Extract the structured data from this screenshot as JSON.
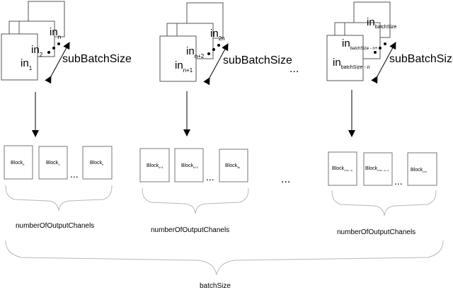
{
  "groups": [
    {
      "stack": [
        {
          "base": "in",
          "sub": "n"
        },
        {
          "base": "in",
          "sub": "2"
        },
        {
          "base": "in",
          "sub": "1"
        }
      ],
      "blocks": [
        {
          "base": "Block",
          "sub": "0"
        },
        {
          "base": "Block",
          "sub": "1"
        },
        {
          "base": "Block",
          "sub": "k"
        }
      ]
    },
    {
      "stack": [
        {
          "base": "in",
          "sub": "2n"
        },
        {
          "base": "in",
          "sub": "n+2"
        },
        {
          "base": "in",
          "sub": "n+1"
        }
      ],
      "blocks": [
        {
          "base": "Block",
          "sub": "k+1"
        },
        {
          "base": "Block",
          "sub": "k+2"
        },
        {
          "base": "Block",
          "sub": "2k"
        }
      ]
    },
    {
      "stack": [
        {
          "base": "in",
          "sub": "batchSize"
        },
        {
          "base": "in",
          "sub": "batchSize - n+"
        },
        {
          "base": "in",
          "sub": "batchSize - n"
        }
      ],
      "blocks": [
        {
          "base": "Block",
          "sub": "k*(bs - k)"
        },
        {
          "base": "Block",
          "sub": "k*(bs - k) +1"
        },
        {
          "base": "Block",
          "sub": "k*bs"
        }
      ]
    }
  ],
  "labels": {
    "sub_batch_size": "subBatchSize",
    "num_output_channels": "numberOfOutputChanels",
    "batch_size": "batchSize",
    "ellipsis": "..."
  }
}
